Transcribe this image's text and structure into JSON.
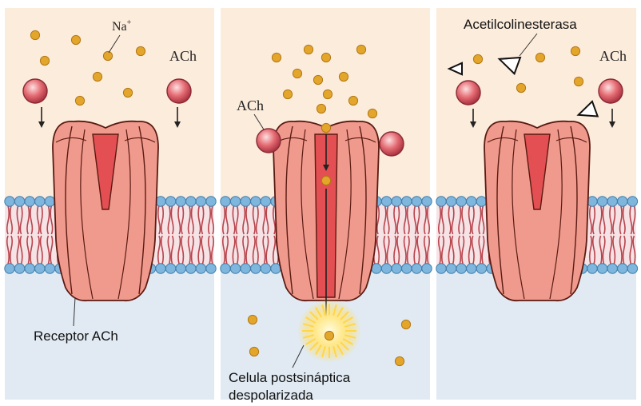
{
  "colors": {
    "extracellular": "#fcecdc",
    "intracellular": "#e1eaf3",
    "page": "#ffffff",
    "protein": "#ef9a8c",
    "protein_dark": "#5a1a12",
    "channel": "#e34f52",
    "head": "#7fb6dd",
    "tail": "#b8444c",
    "ion": "#e3a62a",
    "ach": "#d9545f",
    "glow": "#ffd64a"
  },
  "labels": {
    "na": "Na",
    "na_charge": "+",
    "ach_left": "ACh",
    "ach_middle": "ACh",
    "ach_right": "ACh",
    "enzyme": "Acetilcolinesterasa",
    "receptor": "Receptor ACh",
    "cell_line1": "Celula postsináptica",
    "cell_line2": "despolarizada"
  }
}
